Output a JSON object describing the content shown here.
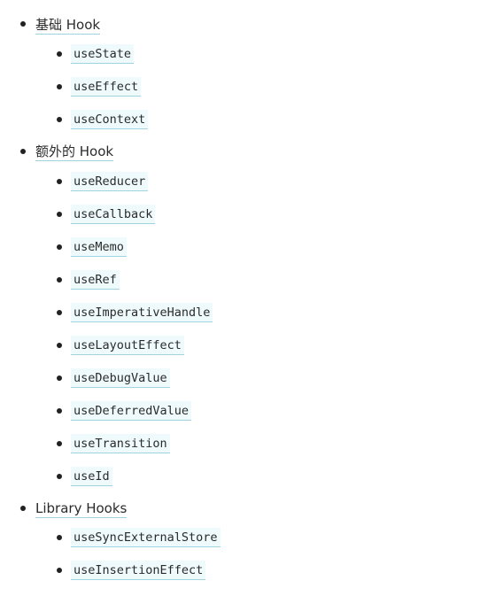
{
  "sections": [
    {
      "label": "基础 Hook",
      "items": [
        "useState",
        "useEffect",
        "useContext"
      ]
    },
    {
      "label": "额外的 Hook",
      "items": [
        "useReducer",
        "useCallback",
        "useMemo",
        "useRef",
        "useImperativeHandle",
        "useLayoutEffect",
        "useDebugValue",
        "useDeferredValue",
        "useTransition",
        "useId"
      ]
    },
    {
      "label": "Library Hooks",
      "items": [
        "useSyncExternalStore",
        "useInsertionEffect"
      ]
    }
  ]
}
